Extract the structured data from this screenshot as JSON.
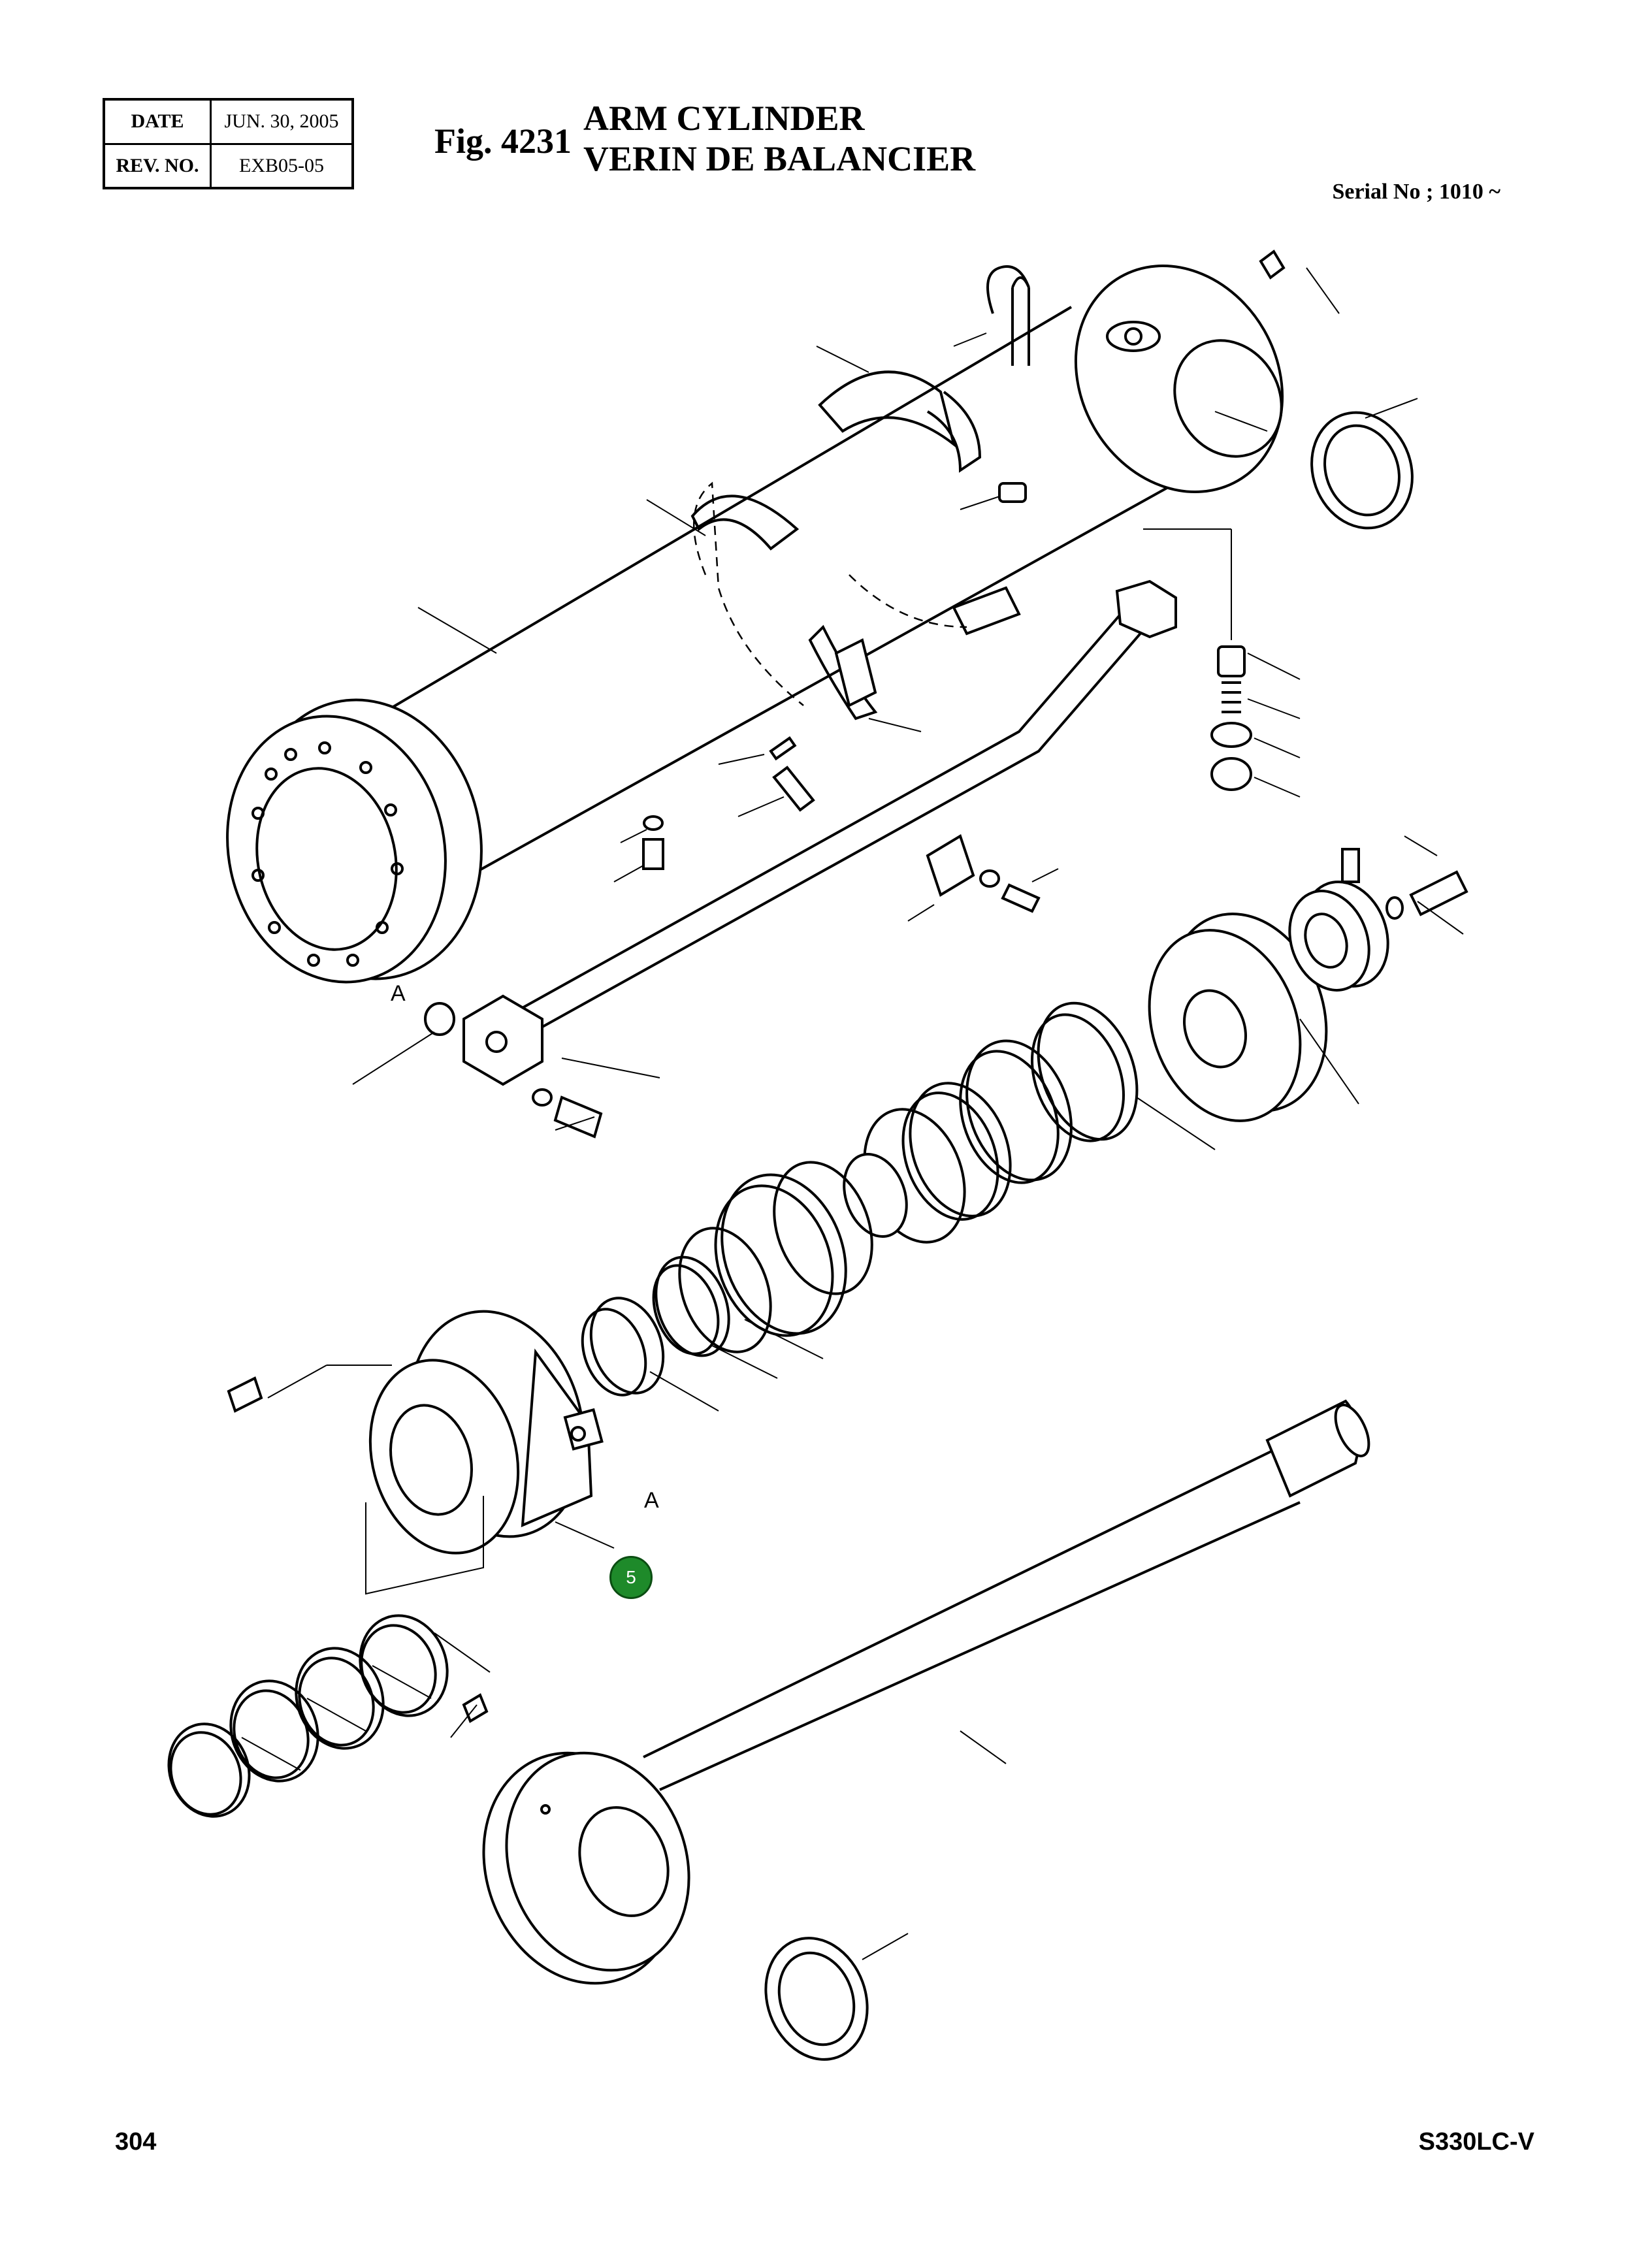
{
  "header": {
    "date_label": "DATE",
    "date_value": "JUN. 30, 2005",
    "rev_label": "REV. NO.",
    "rev_value": "EXB05-05",
    "fig_number": "Fig. 4231",
    "title_en": "ARM CYLINDER",
    "title_fr": "VERIN DE BALANCIER",
    "serial": "Serial No ; 1010 ~"
  },
  "diagram": {
    "markers": [
      "A",
      "A"
    ],
    "callout": "5"
  },
  "footer": {
    "page_number": "304",
    "model": "S330LC-V"
  }
}
